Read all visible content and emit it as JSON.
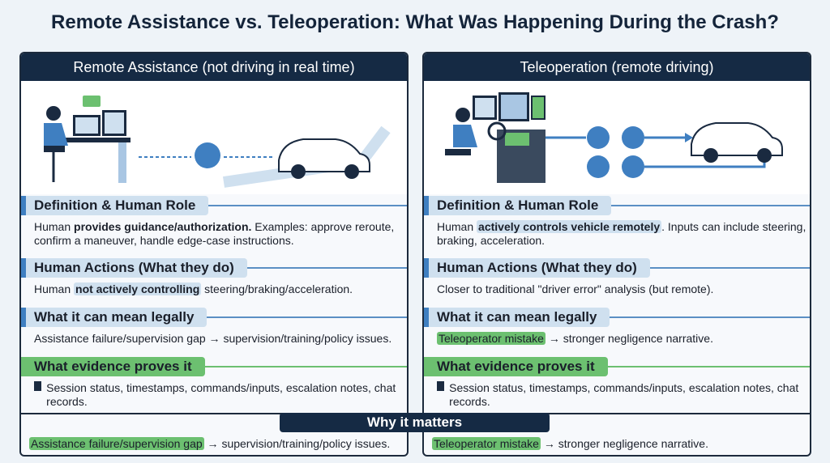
{
  "title": "Remote Assistance vs. Teleoperation: What Was Happening During the Crash?",
  "left": {
    "header": "Remote Assistance (not driving in real time)",
    "sections": [
      {
        "title": "Definition & Human Role",
        "pre": "Human ",
        "highlight": "provides guidance/authorization.",
        "post": " Examples: approve reroute, confirm a maneuver, handle edge-case instructions."
      },
      {
        "title": "Human Actions (What they do)",
        "pre": "Human ",
        "highlight": "not actively controlling",
        "post": " steering/braking/acceleration."
      },
      {
        "title": "What it can mean legally",
        "text": "Assistance failure/supervision gap → supervision/training/policy issues."
      },
      {
        "title": "What evidence proves it",
        "text": "Session status, timestamps, commands/inputs, escalation notes, chat records."
      }
    ],
    "bottom_highlight": "Assistance failure/supervision gap",
    "bottom_rest": " → supervision/training/policy issues."
  },
  "right": {
    "header": "Teleoperation (remote driving)",
    "sections": [
      {
        "title": "Definition & Human Role",
        "pre": "Human ",
        "highlight": "actively controls vehicle remotely",
        "post": ". Inputs can include steering, braking, acceleration."
      },
      {
        "title": "Human Actions (What they do)",
        "text": "Closer to traditional \"driver error\" analysis (but remote)."
      },
      {
        "title": "What it can mean legally",
        "highlight": "Teleoperator mistake",
        "post": " → stronger negligence narrative."
      },
      {
        "title": "What evidence proves it",
        "text": "Session status, timestamps, commands/inputs, escalation notes, chat records."
      }
    ],
    "bottom_highlight": "Teleoperator mistake",
    "bottom_rest": " → stronger negligence narrative."
  },
  "why": "Why it matters",
  "colors": {
    "navy": "#152a44",
    "blue": "#3f7fc1",
    "green": "#6cc070"
  }
}
